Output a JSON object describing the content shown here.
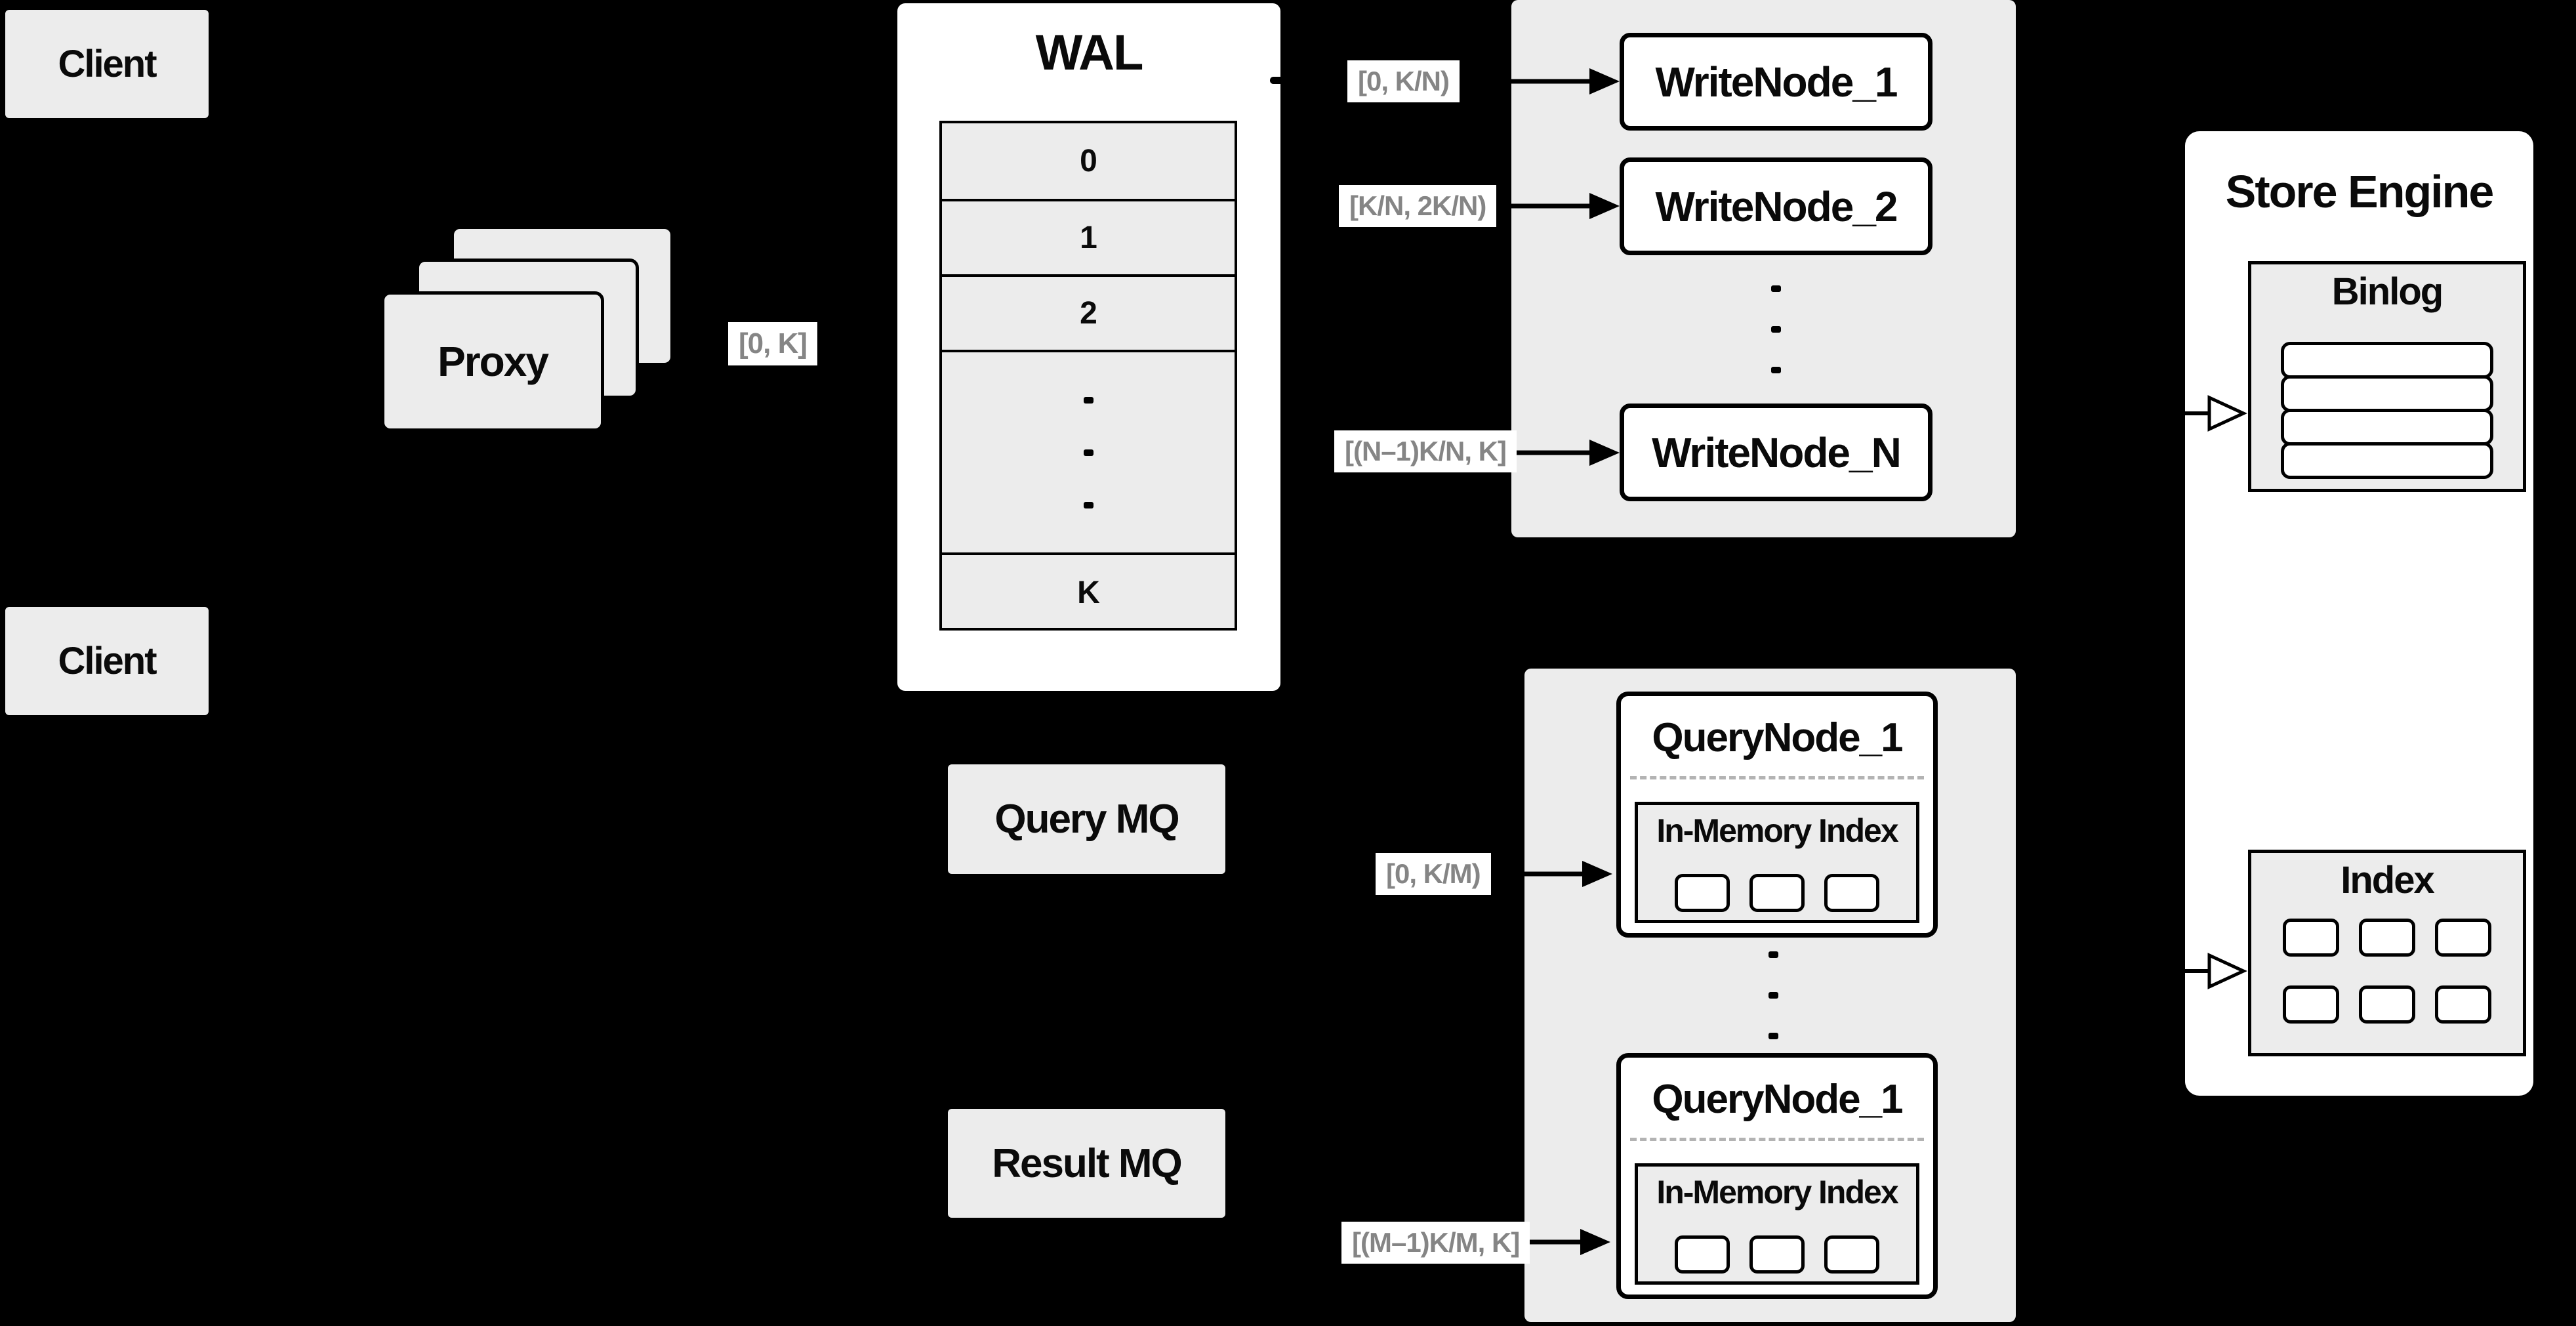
{
  "clients": {
    "top": "Client",
    "bottom": "Client"
  },
  "proxy": {
    "label": "Proxy",
    "range_label": "[0, K]"
  },
  "wal": {
    "title": "WAL",
    "rows": [
      "0",
      "1",
      "2",
      "K"
    ]
  },
  "write_nodes": {
    "panel": "write node group",
    "node1": "WriteNode_1",
    "node2": "WriteNode_2",
    "nodeN": "WriteNode_N",
    "range1": "[0, K/N)",
    "range2": "[K/N, 2K/N)",
    "rangeN": "[(N–1)K/N, K]"
  },
  "mq": {
    "query": "Query MQ",
    "result": "Result MQ"
  },
  "query_nodes": {
    "node1_title": "QueryNode_1",
    "node2_title": "QueryNode_1",
    "in_memory_label": "In-Memory Index",
    "range1": "[0, K/M)",
    "range2": "[(M–1)K/M, K]"
  },
  "store_engine": {
    "title": "Store Engine",
    "binlog_title": "Binlog",
    "index_title": "Index"
  },
  "colors": {
    "background": "#000000",
    "box_fill_gray": "#ececec",
    "node_fill_white": "#ffffff",
    "border_black": "#000000",
    "range_label_gray": "#858585",
    "dashed_divider_gray": "#b3b3b3"
  }
}
